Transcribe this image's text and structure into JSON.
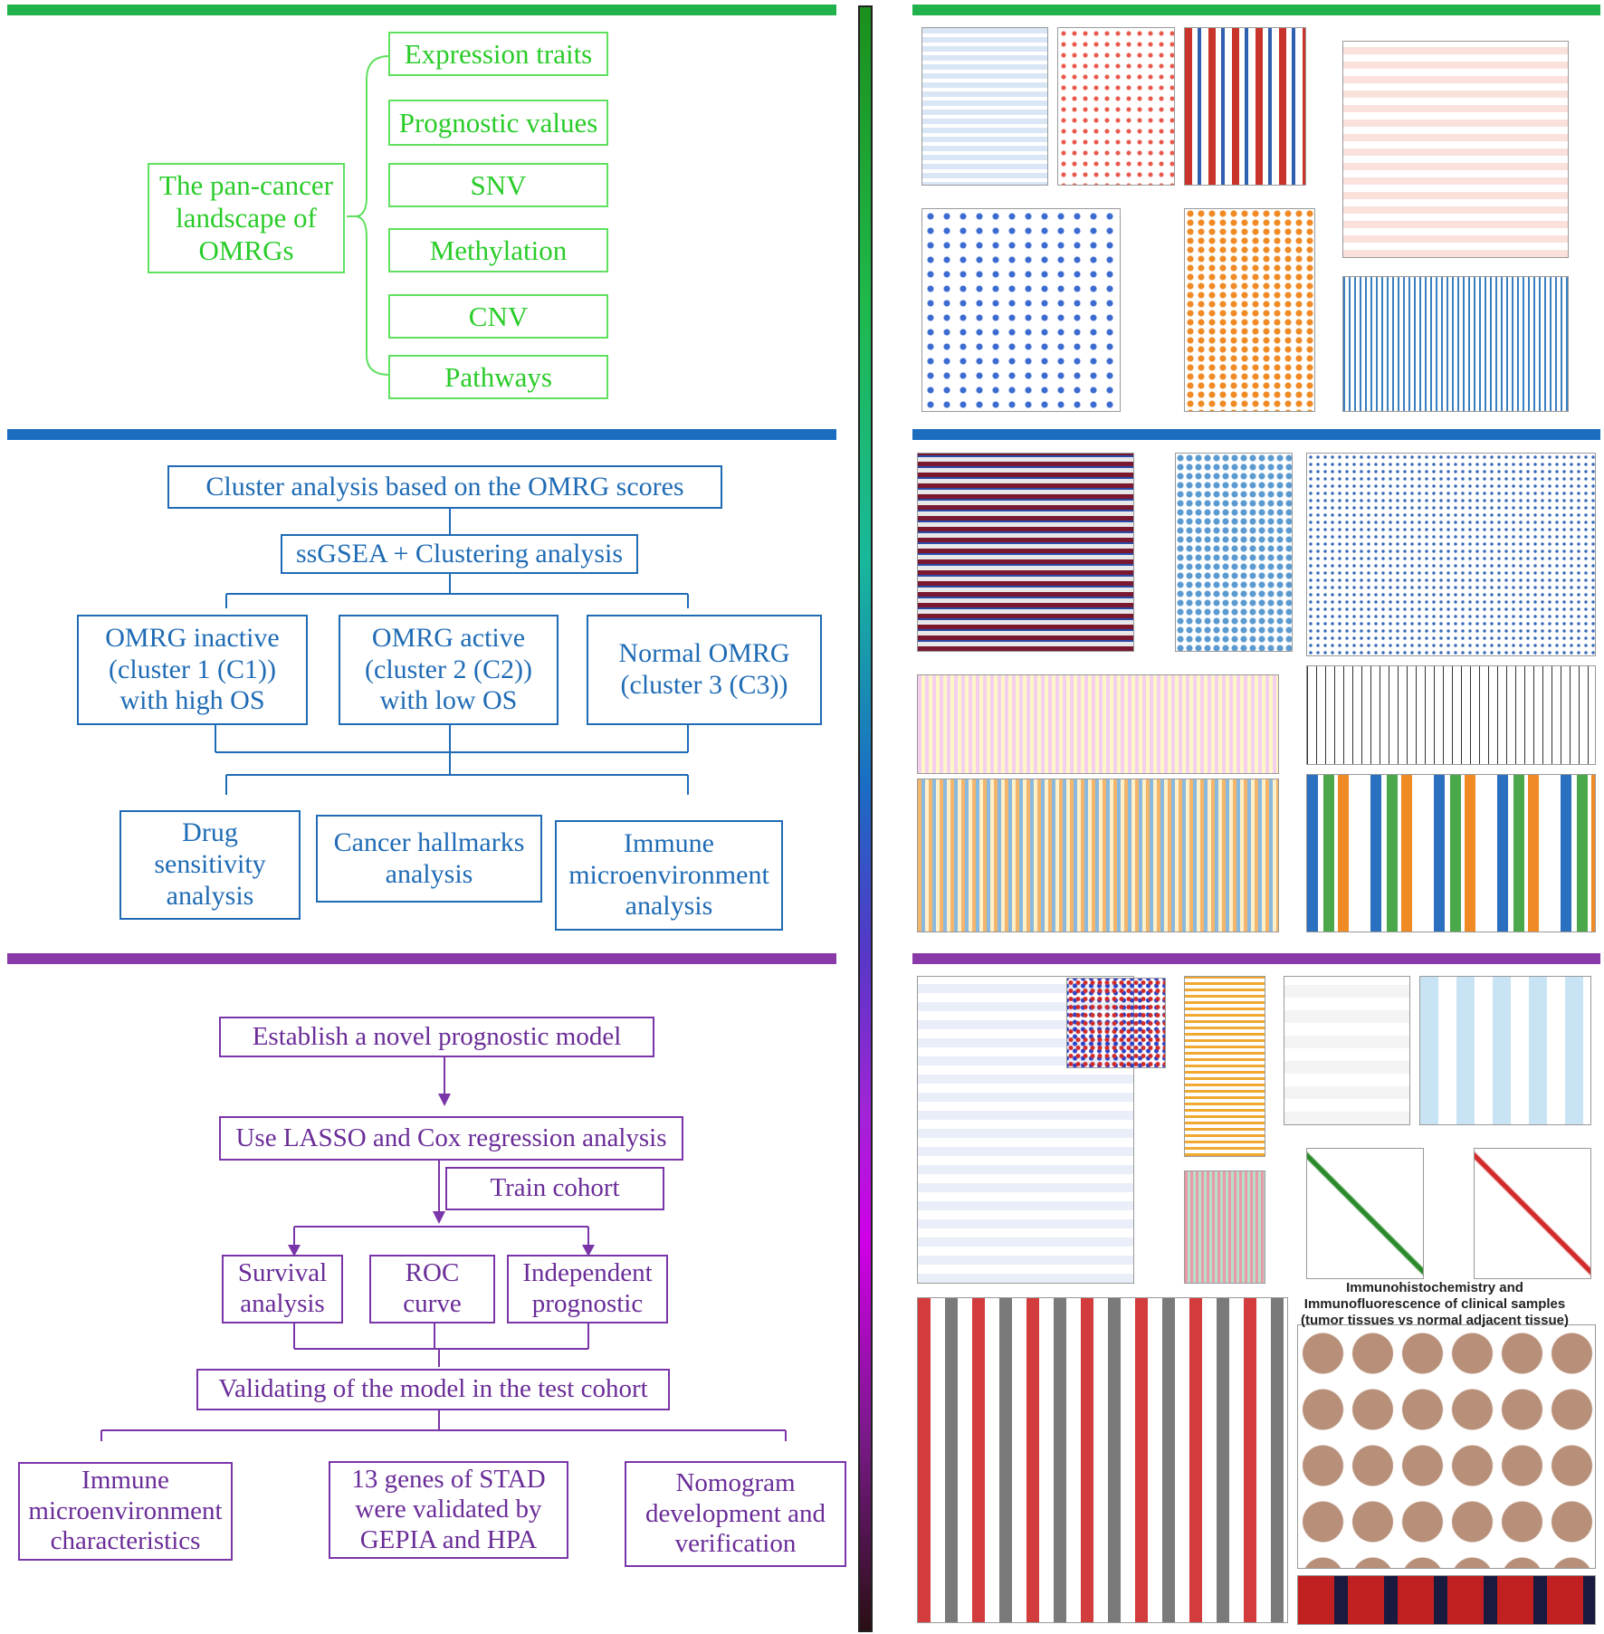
{
  "colors": {
    "green": "#5fe05f",
    "blue": "#1f6bb5",
    "purple": "#7a35a8"
  },
  "section1": {
    "root": "The pan-cancer\nlandscape of\nOMRGs",
    "items": [
      "Expression traits",
      "Prognostic values",
      "SNV",
      "Methylation",
      "CNV",
      "Pathways"
    ]
  },
  "section2": {
    "title": "Cluster analysis based on the OMRG scores",
    "method": "ssGSEA + Clustering analysis",
    "clusters": [
      "OMRG inactive\n(cluster 1 (C1))\nwith high OS",
      "OMRG active\n(cluster 2 (C2))\nwith  low OS",
      "Normal OMRG\n(cluster 3 (C3))"
    ],
    "analyses": [
      "Drug\nsensitivity\nanalysis",
      "Cancer hallmarks\nanalysis",
      "Immune\nmicroenvironment\nanalysis"
    ]
  },
  "section3": {
    "step1": "Establish a novel prognostic model",
    "step2": "Use LASSO and Cox regression analysis",
    "train": "Train cohort",
    "branches": [
      "Survival\nanalysis",
      "ROC\ncurve",
      "Independent\nprognostic"
    ],
    "validate": "Validating of the model in the test cohort",
    "outputs": [
      "Immune\nmicroenvironment\ncharacteristics",
      "13 genes of STAD\nwere validated by\nGEPIA and HPA",
      "Nomogram\ndevelopment and\nverification"
    ]
  },
  "figure_panels": {
    "ihc_title": "Immunohistochemistry and Immunofluorescence of clinical samples\n(tumor tissues vs normal adjacent tissue)"
  }
}
